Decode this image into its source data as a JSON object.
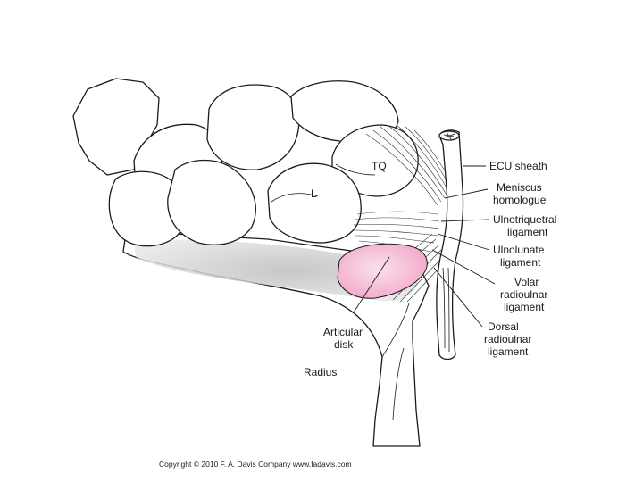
{
  "labels": {
    "tq": "TQ",
    "l": "L",
    "ecu_sheath": "ECU sheath",
    "meniscus": [
      "Meniscus",
      "homologue"
    ],
    "ulnotriquetral": [
      "Ulnotriquetral",
      "ligament"
    ],
    "ulnolunate": [
      "Ulnolunate",
      "ligament"
    ],
    "volar_radioulnar": [
      "Volar",
      "radioulnar",
      "ligament"
    ],
    "dorsal_radioulnar": [
      "Dorsal",
      "radioulnar",
      "ligament"
    ],
    "articular_disk": [
      "Articular",
      "disk"
    ],
    "radius": "Radius"
  },
  "copyright": "Copyright © 2010  F. A. Davis Company   www.fadavis.com",
  "colors": {
    "disk_fill": "#f5b8d2",
    "shadow": "#d4d4d4",
    "line": "#1c1c1c"
  }
}
